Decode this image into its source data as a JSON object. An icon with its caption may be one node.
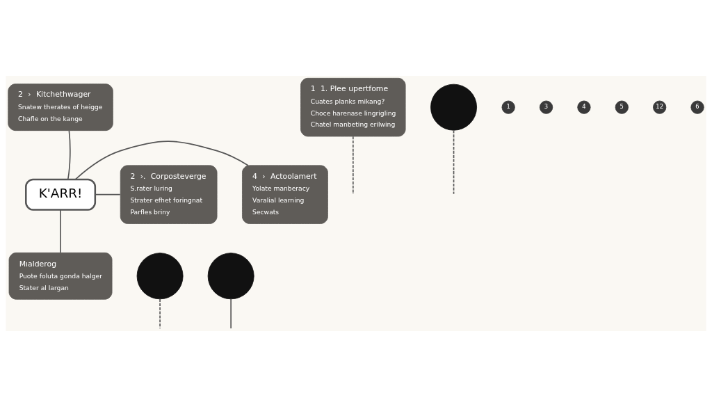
{
  "diagram": {
    "nodes": [
      {
        "text": [
          "K'ARR!"
        ]
      },
      {
        "text": [
          "1",
          "1. Plee upertfome",
          "Cuates planks mikang?",
          "Choce harenase lingrigling",
          "Chatel manbeting erilwing"
        ]
      },
      {
        "text": [
          "2",
          "›",
          "Kitchethwager",
          "Snatew therates of heigge",
          "Chafle on the kange"
        ]
      },
      {
        "text": [
          "2",
          "›.",
          "Corposteverge",
          "S.rater luring",
          "Strater efhet foringnat",
          "Parfles briny"
        ]
      },
      {
        "text": [
          "4",
          "›",
          "Actoolamert",
          "Yolate manberacy",
          "Varalial learning",
          "Secwats"
        ]
      },
      {
        "text": [
          "Mıalderog",
          "Puote foluta gonda halger",
          "Stater al largan"
        ]
      },
      {
        "text": [],
        "shape": "circle"
      },
      {
        "text": [],
        "shape": "circle"
      },
      {
        "text": [],
        "shape": "circle"
      }
    ],
    "edges": [
      {
        "from": 0,
        "to": 2,
        "arrow": "none"
      },
      {
        "from": 0,
        "to": 3,
        "arrow": "none"
      },
      {
        "from": 0,
        "to": 4,
        "arrow": "none"
      },
      {
        "from": 0,
        "to": 5,
        "arrow": "none"
      },
      {
        "from": 1,
        "to": null,
        "arrow": "none",
        "style": "dashed"
      },
      {
        "from": 6,
        "to": null,
        "arrow": "none",
        "style": "dashed"
      },
      {
        "from": 7,
        "to": null,
        "arrow": "none",
        "style": "dashed"
      },
      {
        "from": 8,
        "to": null,
        "arrow": "none"
      }
    ],
    "labels": [
      "1",
      "3",
      "4",
      "5",
      "12",
      "6"
    ]
  }
}
